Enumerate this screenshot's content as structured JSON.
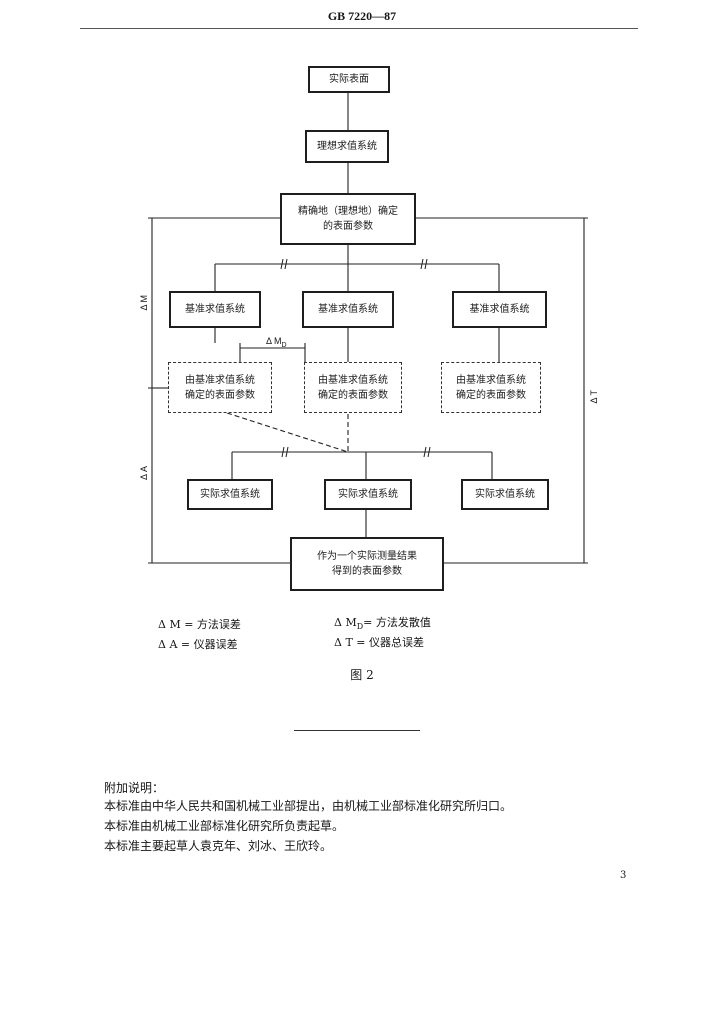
{
  "header": {
    "standard_code": "GB 7220—87"
  },
  "figure": {
    "boxes": {
      "actual_surface": "实际表面",
      "ideal_system": "理想求值系统",
      "ideal_params_l1": "精确地（理想地）确定",
      "ideal_params_l2": "的表面参数",
      "ref_system_a": "基准求值系统",
      "ref_system_b": "基准求值系统",
      "ref_system_c": "基准求值系统",
      "ref_params_a_l1": "由基准求值系统",
      "ref_params_a_l2": "确定的表面参数",
      "ref_params_b_l1": "由基准求值系统",
      "ref_params_b_l2": "确定的表面参数",
      "ref_params_c_l1": "由基准求值系统",
      "ref_params_c_l2": "确定的表面参数",
      "actual_system_a": "实际求值系统",
      "actual_system_b": "实际求值系统",
      "actual_system_c": "实际求值系统",
      "measured_params_l1": "作为一个实际测量结果",
      "measured_params_l2": "得到的表面参数"
    },
    "side_labels": {
      "delta_m": "Δ M",
      "delta_a": "Δ A",
      "delta_t": "Δ T"
    },
    "md_label": {
      "symbol": "Δ M",
      "subscript": "D"
    }
  },
  "legend": {
    "delta_m": {
      "symbol": "Δ M",
      "text": " = 方法误差"
    },
    "delta_a": {
      "symbol": "Δ A",
      "text": " = 仪器误差"
    },
    "delta_md": {
      "symbol": "Δ M",
      "subscript": "D",
      "text": "= 方法发散值"
    },
    "delta_t": {
      "symbol": "Δ T",
      "text": " = 仪器总误差"
    }
  },
  "caption": "图 2",
  "note": {
    "title": "附加说明：",
    "line1": "本标准由中华人民共和国机械工业部提出，由机械工业部标准化研究所归口。",
    "line2": "本标准由机械工业部标准化研究所负责起草。",
    "line3": "本标准主要起草人袁克年、刘冰、王欣玲。"
  },
  "page_number": "3"
}
